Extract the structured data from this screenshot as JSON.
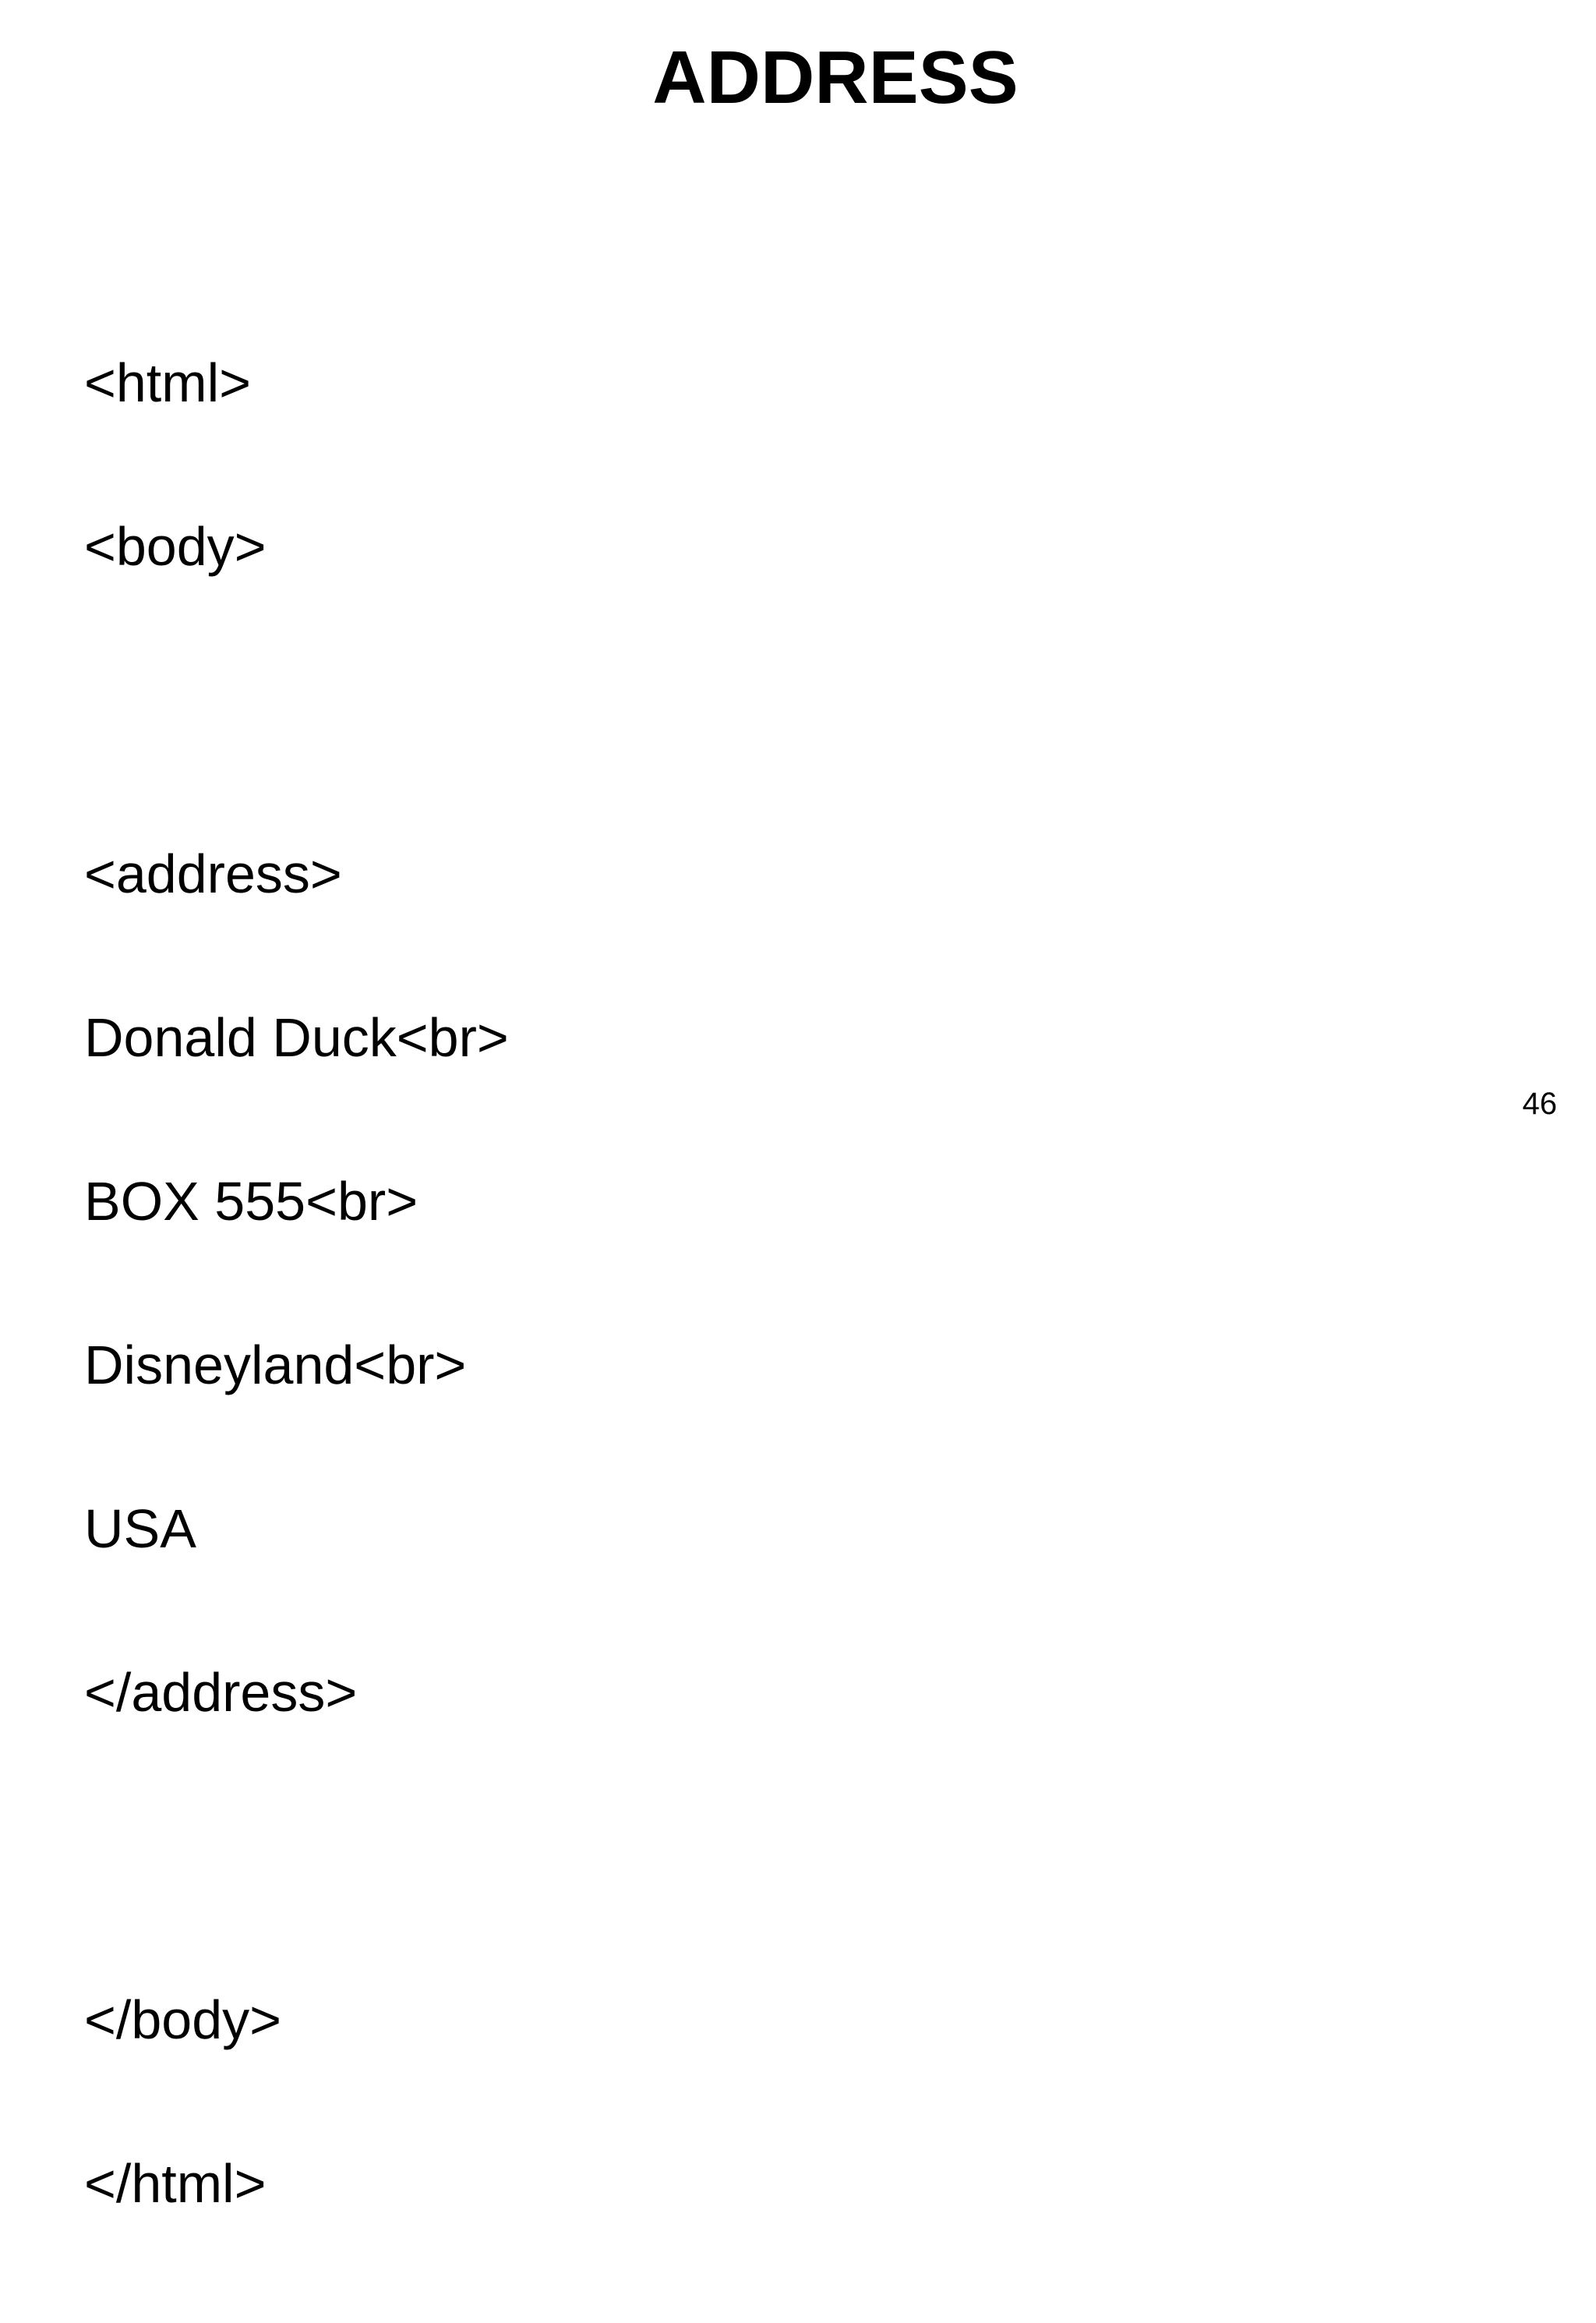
{
  "slide": {
    "title": "ADDRESS",
    "page_number": "46",
    "background_color": "#ffffff",
    "text_color": "#000000"
  },
  "code_block": {
    "lines": [
      "<html>",
      "<body>",
      "",
      "<address>",
      "Donald Duck<br>",
      "BOX 555<br>",
      "Disneyland<br>",
      "USA",
      "</address>",
      "",
      "</body>",
      "</html>"
    ]
  }
}
